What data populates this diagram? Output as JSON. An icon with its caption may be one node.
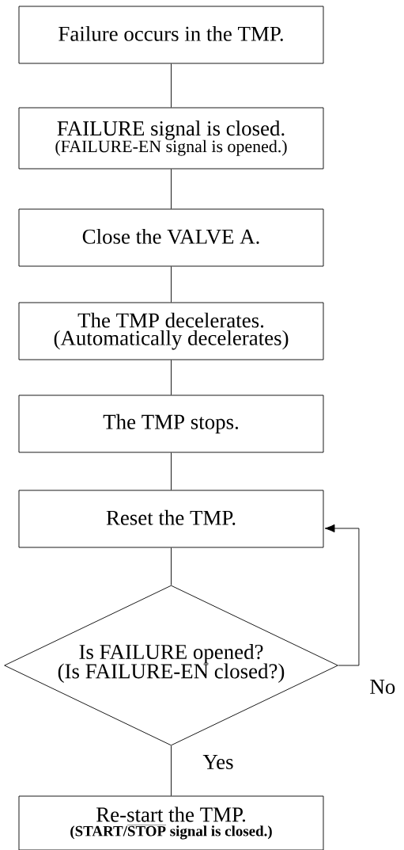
{
  "diagram": {
    "nodes": [
      {
        "text": [
          "Failure occurs in the TMP."
        ]
      },
      {
        "text": [
          "FAILURE signal is closed.",
          "(FAILURE-EN signal is opened.)"
        ]
      },
      {
        "text": [
          "Close the VALVE A."
        ]
      },
      {
        "text": [
          "The TMP decelerates.",
          "(Automatically decelerates)"
        ]
      },
      {
        "text": [
          "The TMP stops."
        ]
      },
      {
        "text": [
          "Reset the TMP."
        ]
      },
      {
        "text": [
          "Is FAILURE opened?",
          "(Is FAILURE-EN closed?)"
        ]
      },
      {
        "text": [
          "Re-start the TMP.",
          "\\textbf{(START/}\\overline{\\textbf{STOP}}\\textbf{ signal is closed.)}"
        ]
      }
    ],
    "edges": [
      {
        "from": 0,
        "to": 1,
        "arrow": "none"
      },
      {
        "from": 1,
        "to": 2,
        "arrow": "none"
      },
      {
        "from": 2,
        "to": 3,
        "arrow": "none"
      },
      {
        "from": 3,
        "to": 4,
        "arrow": "none"
      },
      {
        "from": 4,
        "to": 5,
        "arrow": "none"
      },
      {
        "from": 5,
        "to": 6,
        "arrow": "none"
      },
      {
        "from": 6,
        "to": 7,
        "arrow": "none",
        "label": "Yes"
      },
      {
        "from": 6,
        "to": 5,
        "arrow": "to",
        "label": "No"
      }
    ]
  }
}
